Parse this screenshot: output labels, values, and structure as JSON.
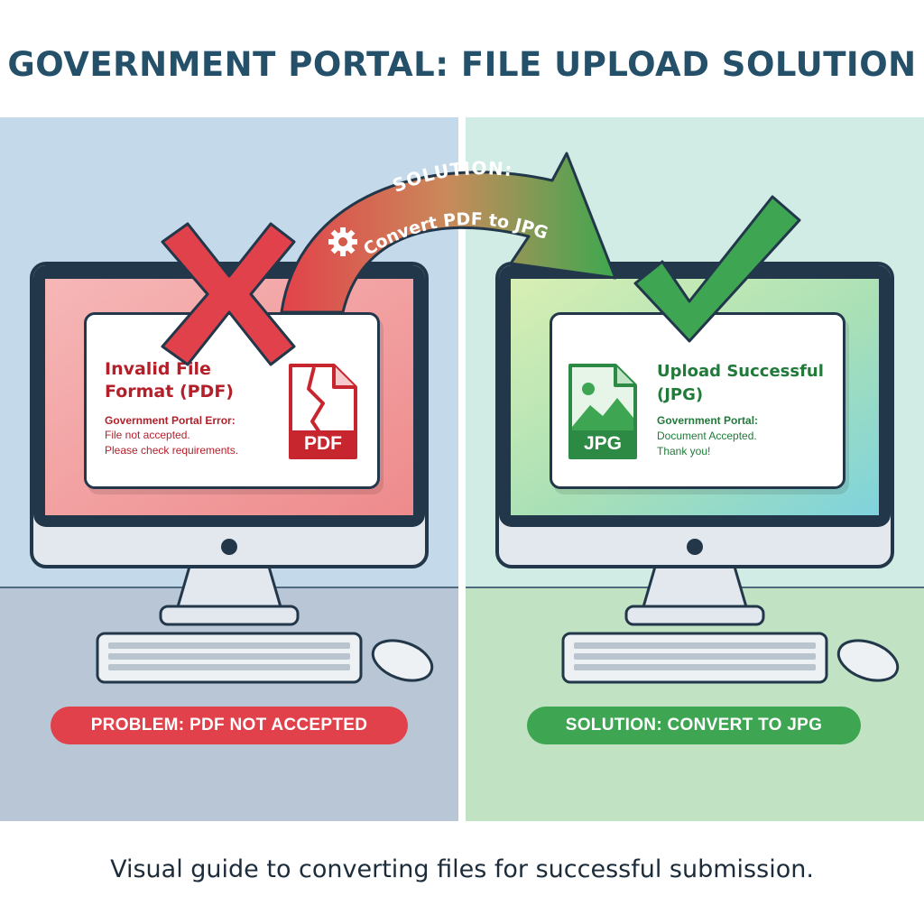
{
  "title": "GOVERNMENT PORTAL: FILE UPLOAD SOLUTION",
  "arrow": {
    "label_line1": "SOLUTION:",
    "label_line2": "Convert PDF to JPG",
    "icon": "gear-icon"
  },
  "left_panel": {
    "status_icon": "red-x-icon",
    "error_card": {
      "heading": "Invalid File Format (PDF)",
      "subheading": "Government Portal Error:",
      "line1": "File not accepted.",
      "line2": "Please check requirements.",
      "file_icon": "broken-pdf-file-icon",
      "file_label": "PDF"
    },
    "badge": "PROBLEM: PDF NOT ACCEPTED"
  },
  "right_panel": {
    "status_icon": "green-check-icon",
    "success_card": {
      "heading": "Upload Successful (JPG)",
      "subheading": "Government Portal:",
      "line1": "Document Accepted.",
      "line2": "Thank you!",
      "file_icon": "jpg-image-file-icon",
      "file_label": "JPG"
    },
    "badge": "SOLUTION: CONVERT TO JPG"
  },
  "caption": "Visual guide to converting files for successful submission.",
  "colors": {
    "title": "#24506a",
    "error_red": "#e0414a",
    "success_green": "#3ea653",
    "monitor_frame": "#22384a",
    "left_background": "#c4d9ea",
    "right_background": "#d0ece4"
  }
}
